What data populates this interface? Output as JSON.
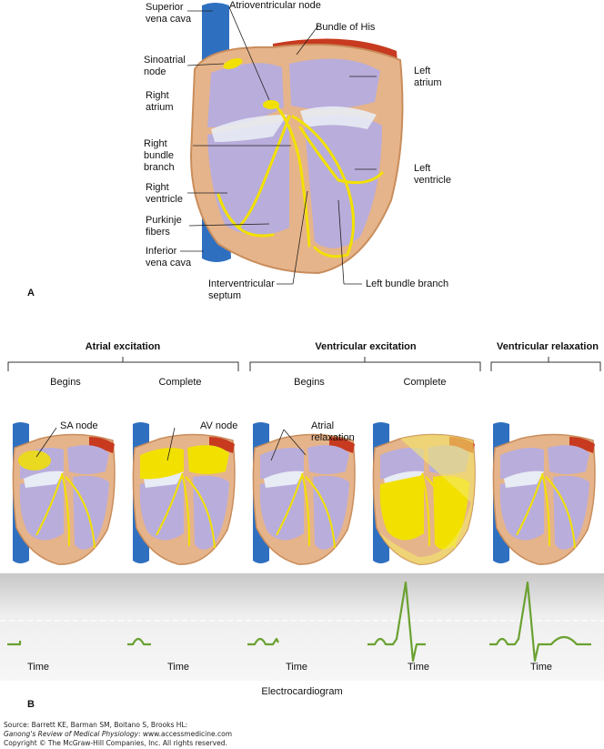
{
  "panel_a": {
    "letter": "A",
    "labels": {
      "superior_vena_cava": "Superior\nvena cava",
      "atrioventricular_node": "Atrioventricular node",
      "bundle_of_his": "Bundle of His",
      "sinoatrial_node": "Sinoatrial\nnode",
      "right_atrium": "Right\natrium",
      "left_atrium": "Left\natrium",
      "right_bundle_branch": "Right\nbundle\nbranch",
      "left_ventricle": "Left\nventricle",
      "right_ventricle": "Right\nventricle",
      "purkinje_fibers": "Purkinje\nfibers",
      "inferior_vena_cava": "Inferior\nvena cava",
      "interventricular_septum": "Interventricular\nseptum",
      "left_bundle_branch": "Left bundle branch"
    }
  },
  "panel_b": {
    "letter": "B",
    "phases": [
      {
        "title": "Atrial excitation",
        "sub": [
          "Begins",
          "Complete"
        ]
      },
      {
        "title": "Ventricular excitation",
        "sub": [
          "Begins",
          "Complete"
        ]
      },
      {
        "title": "Ventricular relaxation"
      }
    ],
    "callouts": {
      "sa_node": "SA node",
      "av_node": "AV node",
      "atrial_relaxation": "Atrial\nrelaxation"
    },
    "time_label": "Time",
    "ecg_title": "Electrocardiogram"
  },
  "colors": {
    "chamber": "#b9addb",
    "muscle": "#e6b48a",
    "vein": "#2f6fc0",
    "conduction": "#f2e100",
    "ecg_trace": "#6aa131"
  },
  "source": {
    "line1": "Source: Barrett KE, Barman SM, Boitano S, Brooks HL:",
    "line2_italic": "Ganong's Review of Medical Physiology",
    "line2_rest": ": www.accessmedicine.com",
    "line3": "Copyright © The McGraw-Hill Companies, Inc. All rights reserved."
  }
}
